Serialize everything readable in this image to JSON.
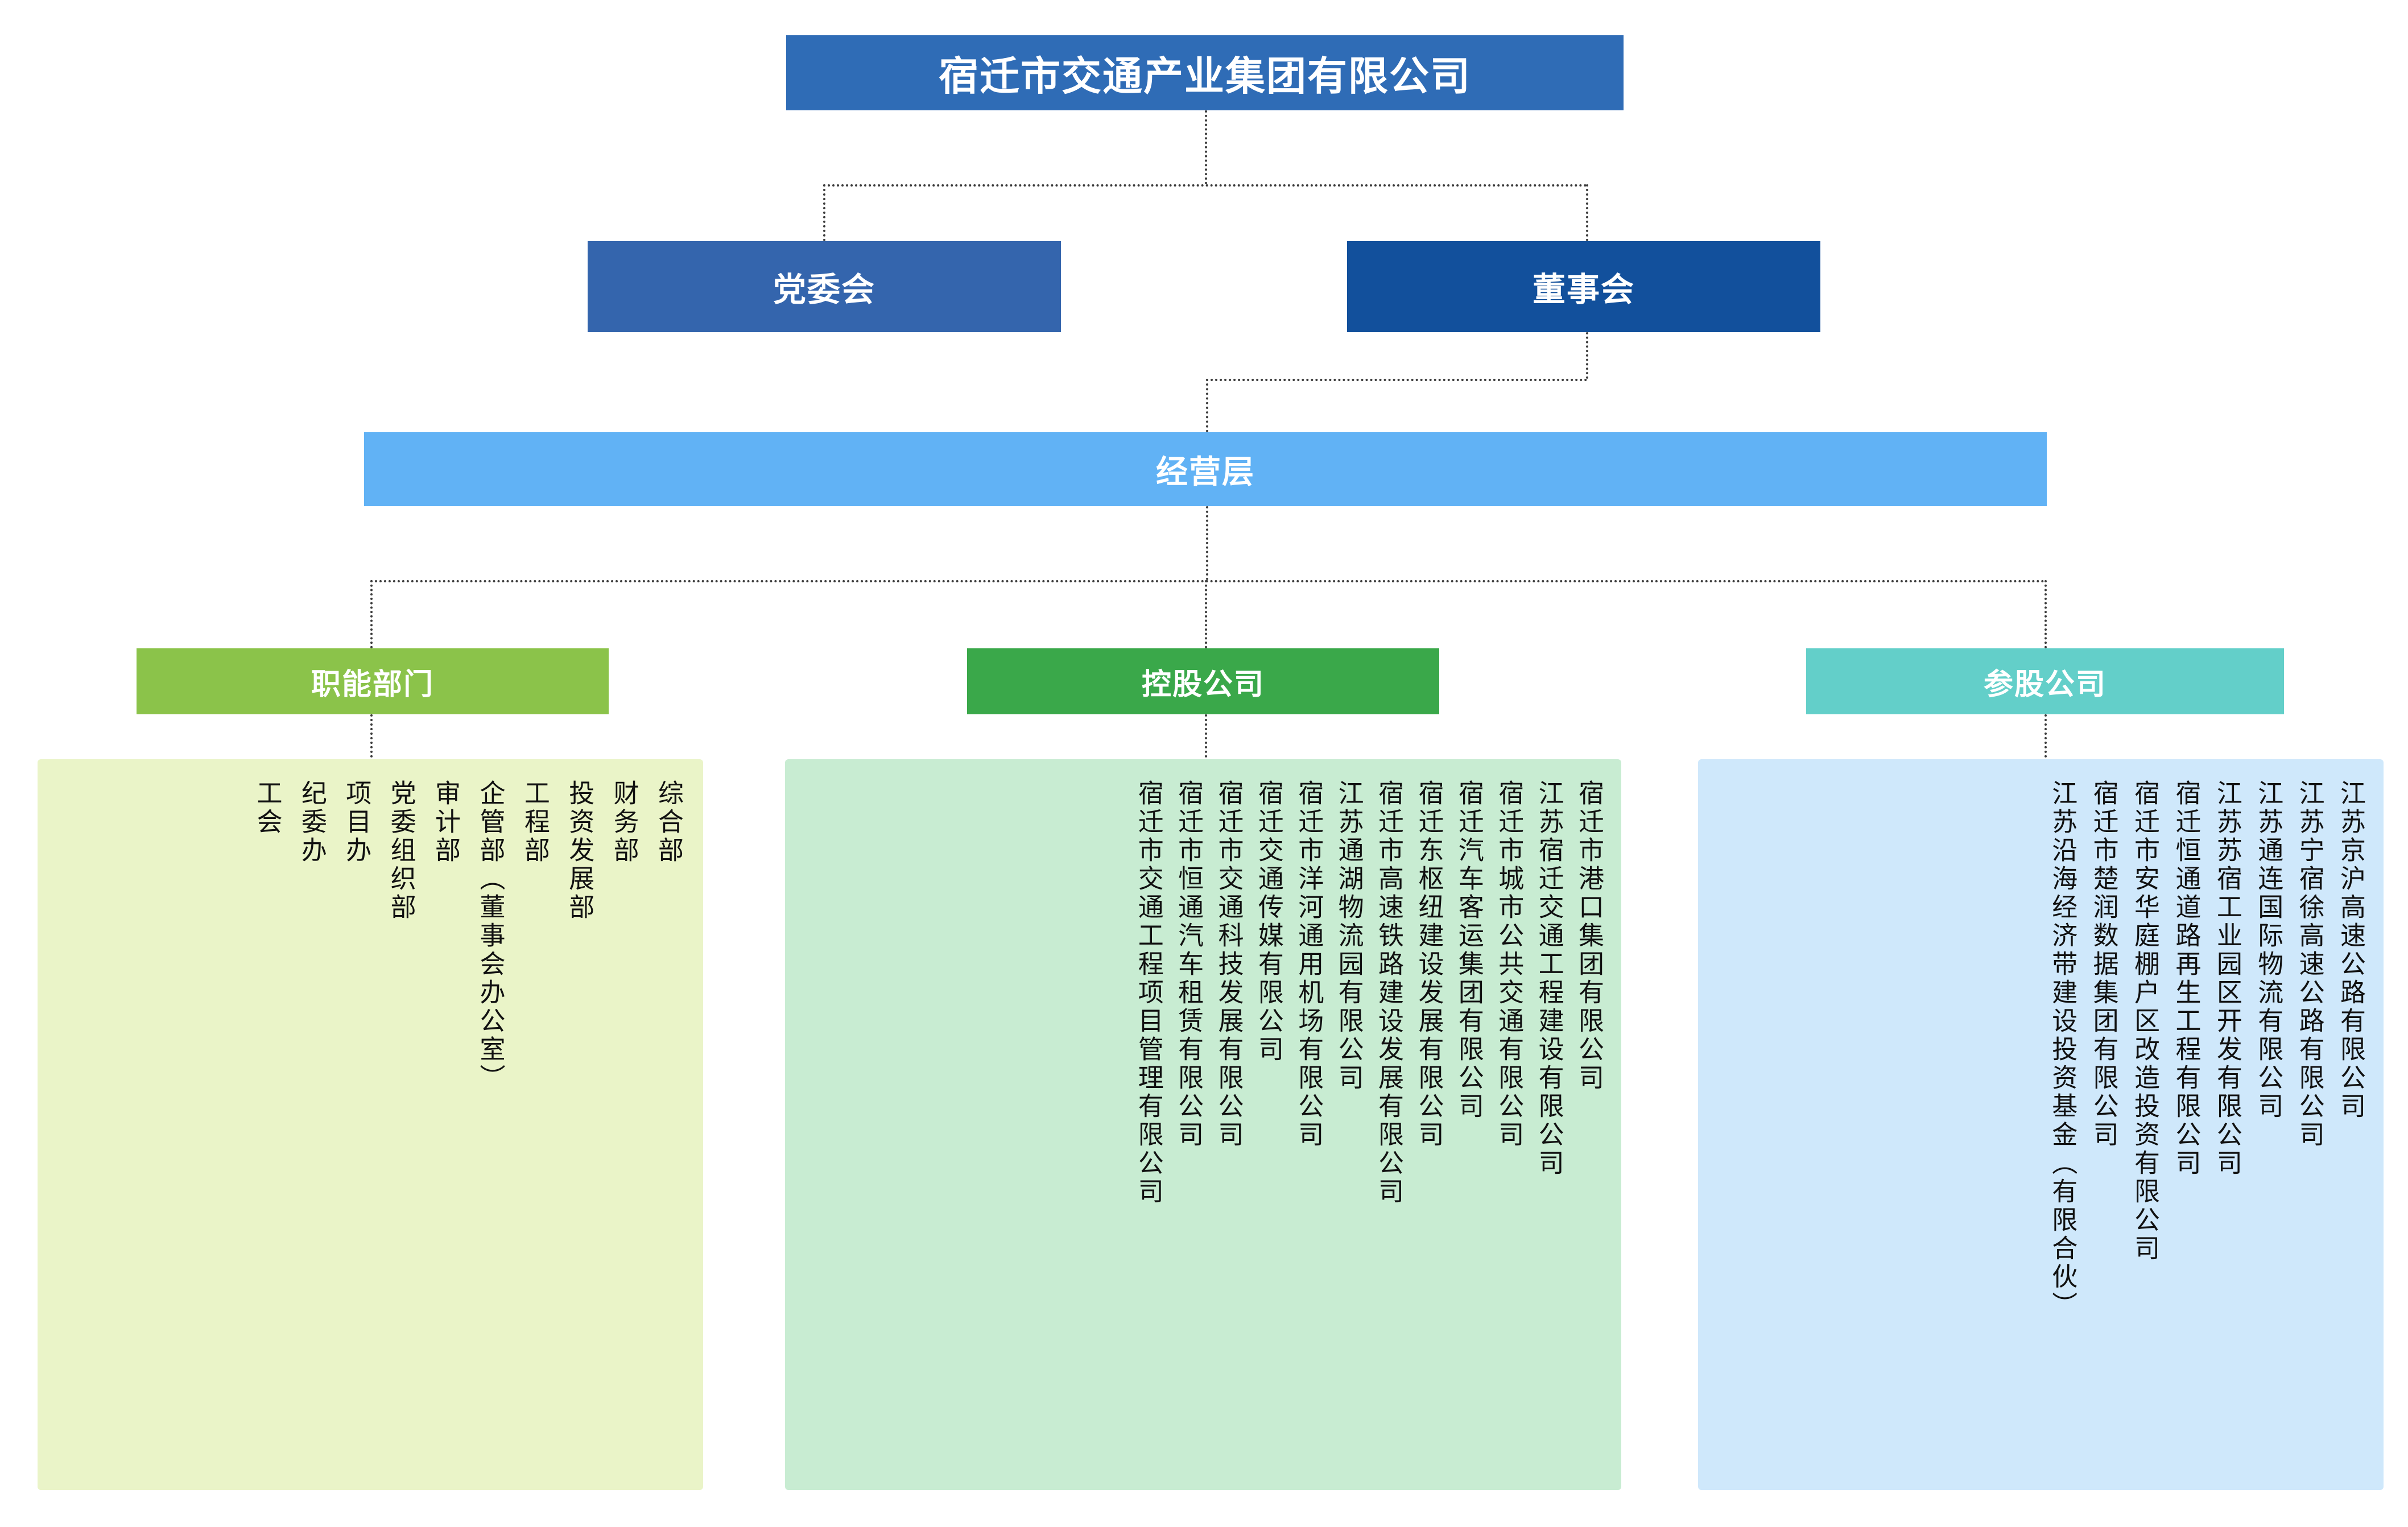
{
  "root": {
    "label": "宿迁市交通产业集团有限公司"
  },
  "level2": [
    {
      "name": "party-committee-box",
      "label": "党委会"
    },
    {
      "name": "board-of-directors-box",
      "label": "董事会"
    }
  ],
  "level3": {
    "label": "经营层"
  },
  "categories": [
    {
      "name": "functional-departments",
      "label": "职能部门",
      "color": "#8bc34a"
    },
    {
      "name": "holding-companies",
      "label": "控股公司",
      "color": "#3aa84a"
    },
    {
      "name": "participating-companies",
      "label": "参股公司",
      "color": "#63cfc9"
    }
  ],
  "functional_departments": [
    "综合部",
    "财务部",
    "投资发展部",
    "工程部",
    "企管部（董事会办公室）",
    "审计部",
    "党委组织部",
    "项目办",
    "纪委办",
    "工会"
  ],
  "holding_companies": [
    "宿迁市港口集团有限公司",
    "江苏宿迁交通工程建设有限公司",
    "宿迁市城市公共交通有限公司",
    "宿迁汽车客运集团有限公司",
    "宿迁东枢纽建设发展有限公司",
    "宿迁市高速铁路建设发展有限公司",
    "江苏通湖物流园有限公司",
    "宿迁市洋河通用机场有限公司",
    "宿迁交通传媒有限公司",
    "宿迁市交通科技发展有限公司",
    "宿迁市恒通汽车租赁有限公司",
    "宿迁市交通工程项目管理有限公司"
  ],
  "participating_companies": [
    "江苏京沪高速公路有限公司",
    "江苏宁宿徐高速公路有限公司",
    "江苏通连国际物流有限公司",
    "江苏苏宿工业园区开发有限公司",
    "宿迁恒通道路再生工程有限公司",
    "宿迁市安华庭棚户区改造投资有限公司",
    "宿迁市楚润数据集团有限公司",
    "江苏沿海经济带建设投资基金（有限合伙）"
  ],
  "colors": {
    "root": "#2f6cb6",
    "party": "#3465ad",
    "board": "#12509c",
    "management": "#61b2f5",
    "panel_functional": "#eaf4c8",
    "panel_holding": "#c8ecd2",
    "panel_participating": "#cfe8fb",
    "connector": "#3b3b3b"
  }
}
